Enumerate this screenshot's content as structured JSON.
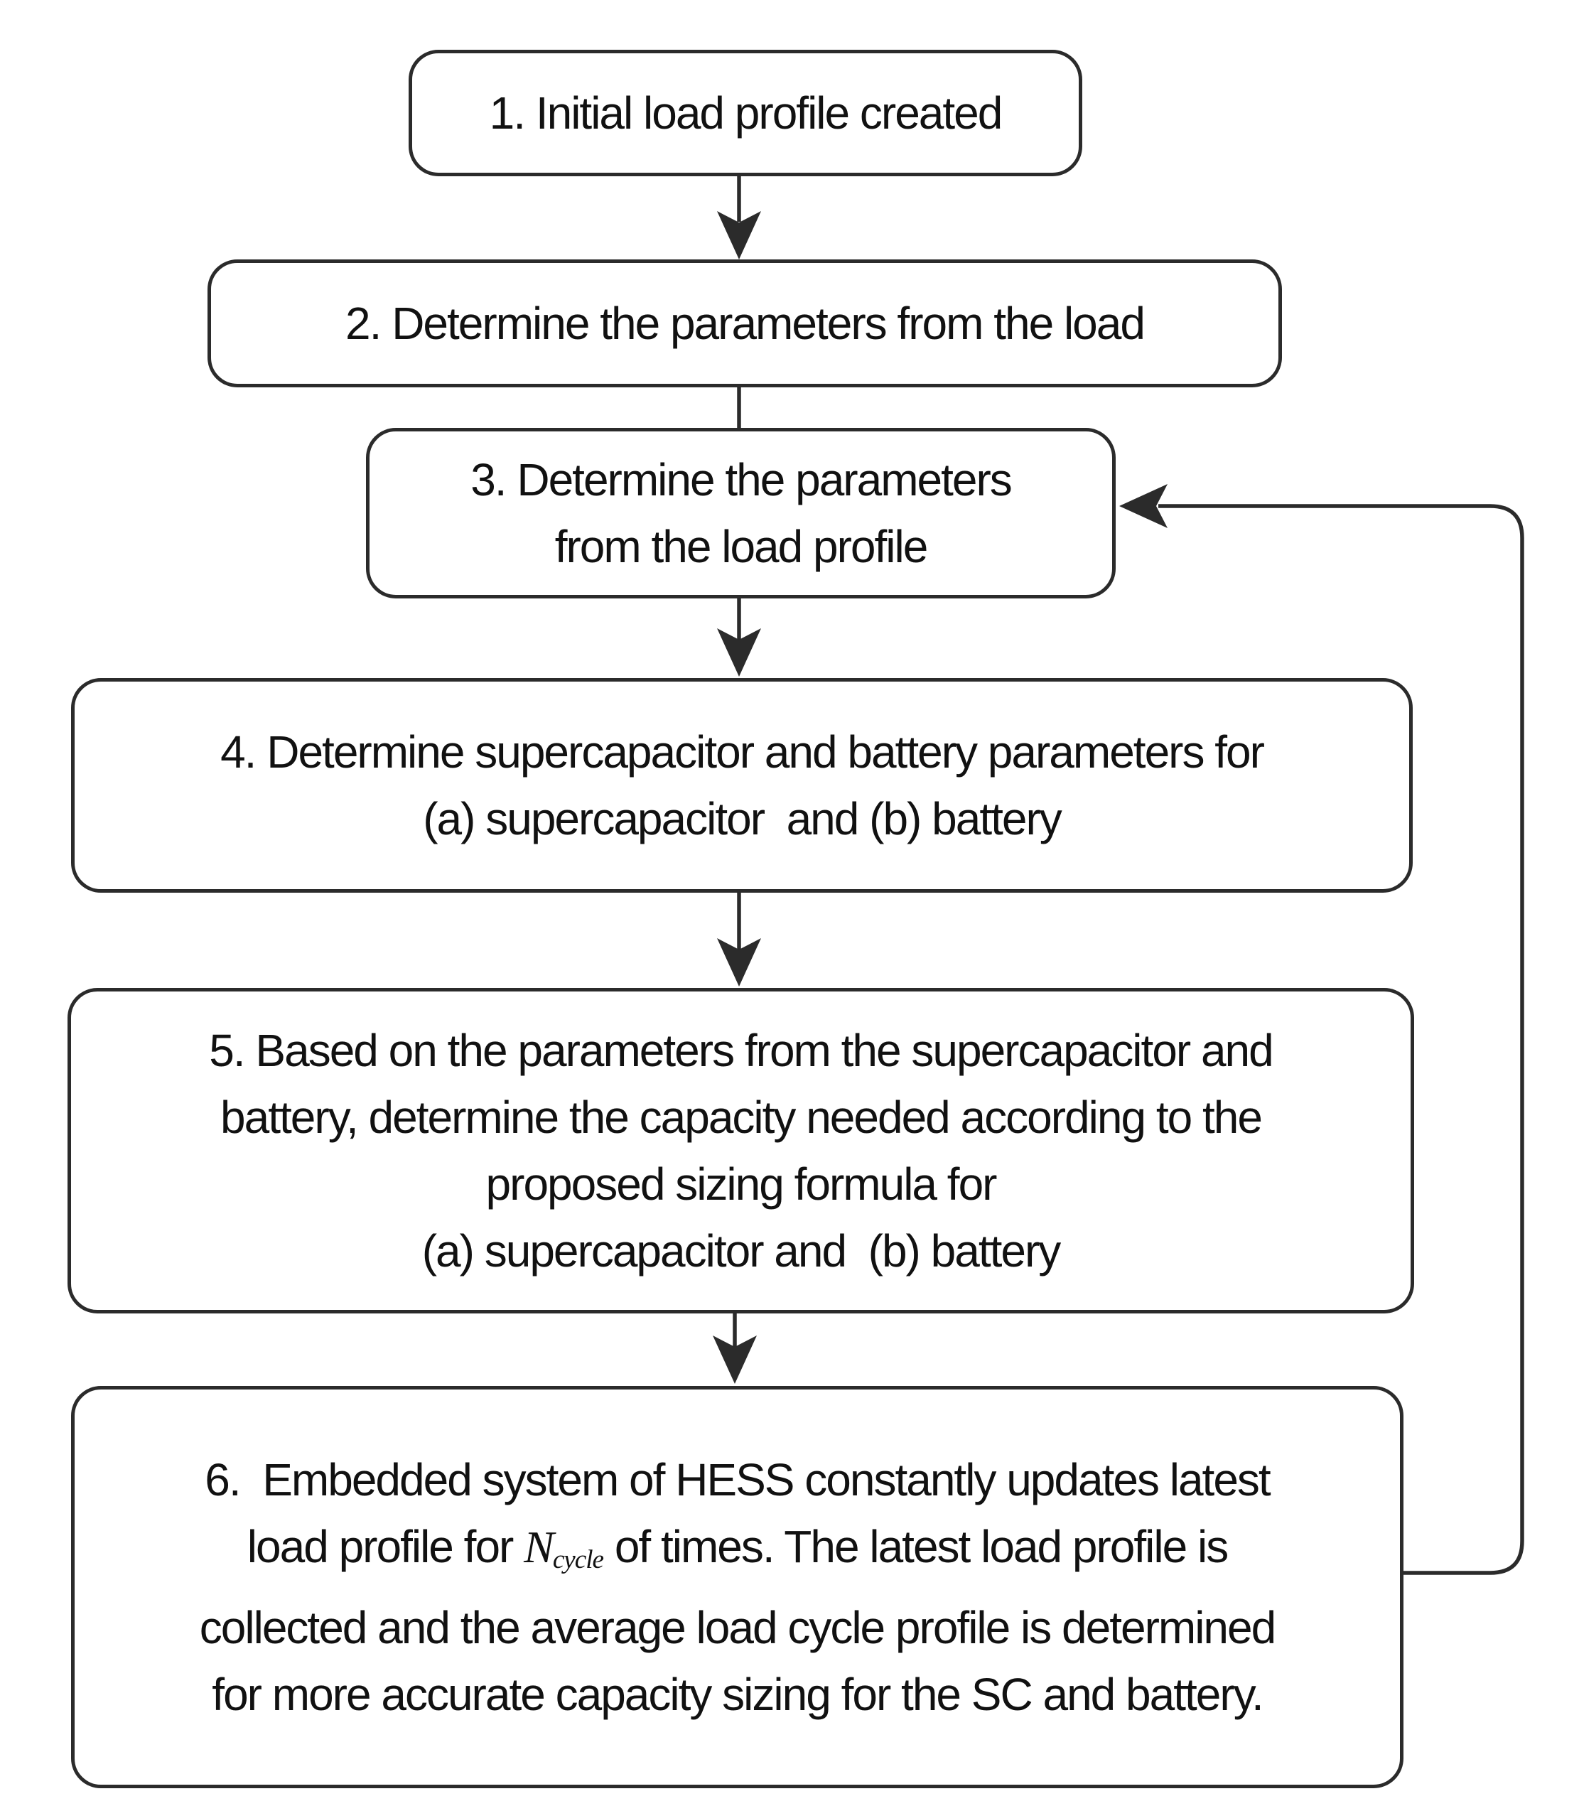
{
  "colors": {
    "background": "#ffffff",
    "box_fill": "#ffffff",
    "box_border": "#2b2b2b",
    "text": "#111111",
    "connector": "#2b2b2b"
  },
  "boxes": [
    {
      "lines": [
        "1. Initial load profile created"
      ]
    },
    {
      "lines": [
        "2. Determine the parameters from the load"
      ]
    },
    {
      "lines": [
        "3. Determine the parameters",
        "from the load profile"
      ]
    },
    {
      "lines": [
        "4. Determine supercapacitor and battery parameters for",
        "(a) supercapacitor  and (b) battery"
      ]
    },
    {
      "lines": [
        "5. Based on the parameters from the supercapacitor and",
        "battery, determine the capacity needed according to the",
        "proposed sizing formula for",
        "(a) supercapacitor and  (b) battery"
      ]
    },
    {
      "line1": "6.  Embedded system of HESS constantly updates latest",
      "line2_pre": "load profile for ",
      "variable_base": "N",
      "variable_sub": "cycle",
      "line2_post": " of times. The latest load profile is",
      "line3": "collected and the average load cycle profile is determined",
      "line4": "for more accurate capacity sizing for the SC and battery."
    }
  ]
}
